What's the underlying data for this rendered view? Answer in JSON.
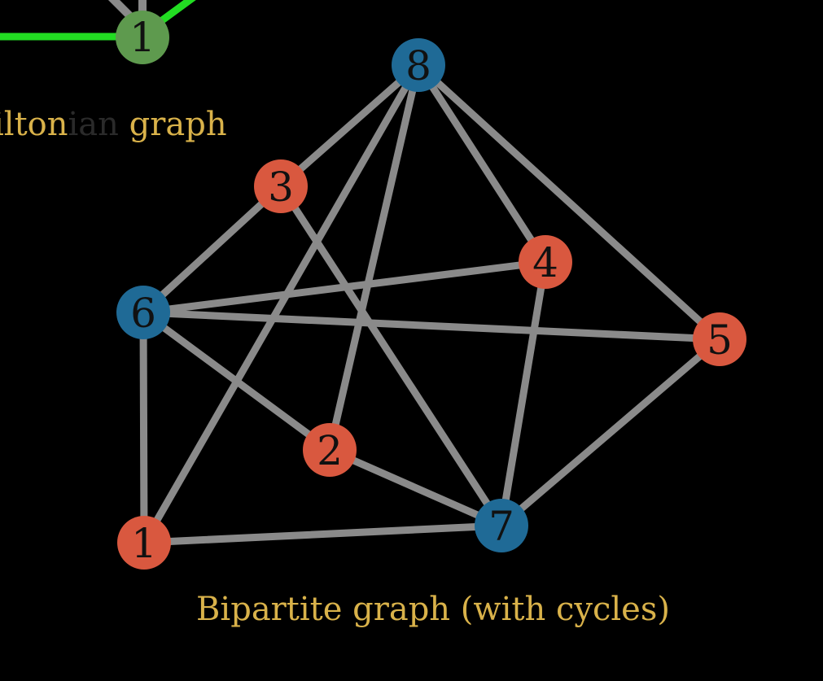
{
  "palette": {
    "background": "#000000",
    "edge_gray": "#8a8a8a",
    "highlight_green": "#22dd22",
    "node_red": "#d9583f",
    "node_blue": "#1f6a96",
    "node_green": "#5e9a4e",
    "caption_gold": "#d9b24a",
    "caption_faded": "#2a2a2a"
  },
  "previous_graph": {
    "node_label": "1",
    "caption_left": "ilton",
    "caption_faded": "ian",
    "caption_right": " graph"
  },
  "bipartite_graph": {
    "caption": "Bipartite graph (with cycles)",
    "nodes": [
      {
        "id": "8",
        "label": "8",
        "part": "blue"
      },
      {
        "id": "3",
        "label": "3",
        "part": "red"
      },
      {
        "id": "4",
        "label": "4",
        "part": "red"
      },
      {
        "id": "6",
        "label": "6",
        "part": "blue"
      },
      {
        "id": "5",
        "label": "5",
        "part": "red"
      },
      {
        "id": "2",
        "label": "2",
        "part": "red"
      },
      {
        "id": "1",
        "label": "1",
        "part": "red"
      },
      {
        "id": "7",
        "label": "7",
        "part": "blue"
      }
    ],
    "edges": [
      [
        "8",
        "3"
      ],
      [
        "8",
        "4"
      ],
      [
        "8",
        "5"
      ],
      [
        "8",
        "2"
      ],
      [
        "8",
        "1"
      ],
      [
        "6",
        "3"
      ],
      [
        "6",
        "4"
      ],
      [
        "6",
        "5"
      ],
      [
        "6",
        "2"
      ],
      [
        "6",
        "1"
      ],
      [
        "7",
        "3"
      ],
      [
        "7",
        "4"
      ],
      [
        "7",
        "5"
      ],
      [
        "7",
        "2"
      ],
      [
        "7",
        "1"
      ]
    ]
  }
}
